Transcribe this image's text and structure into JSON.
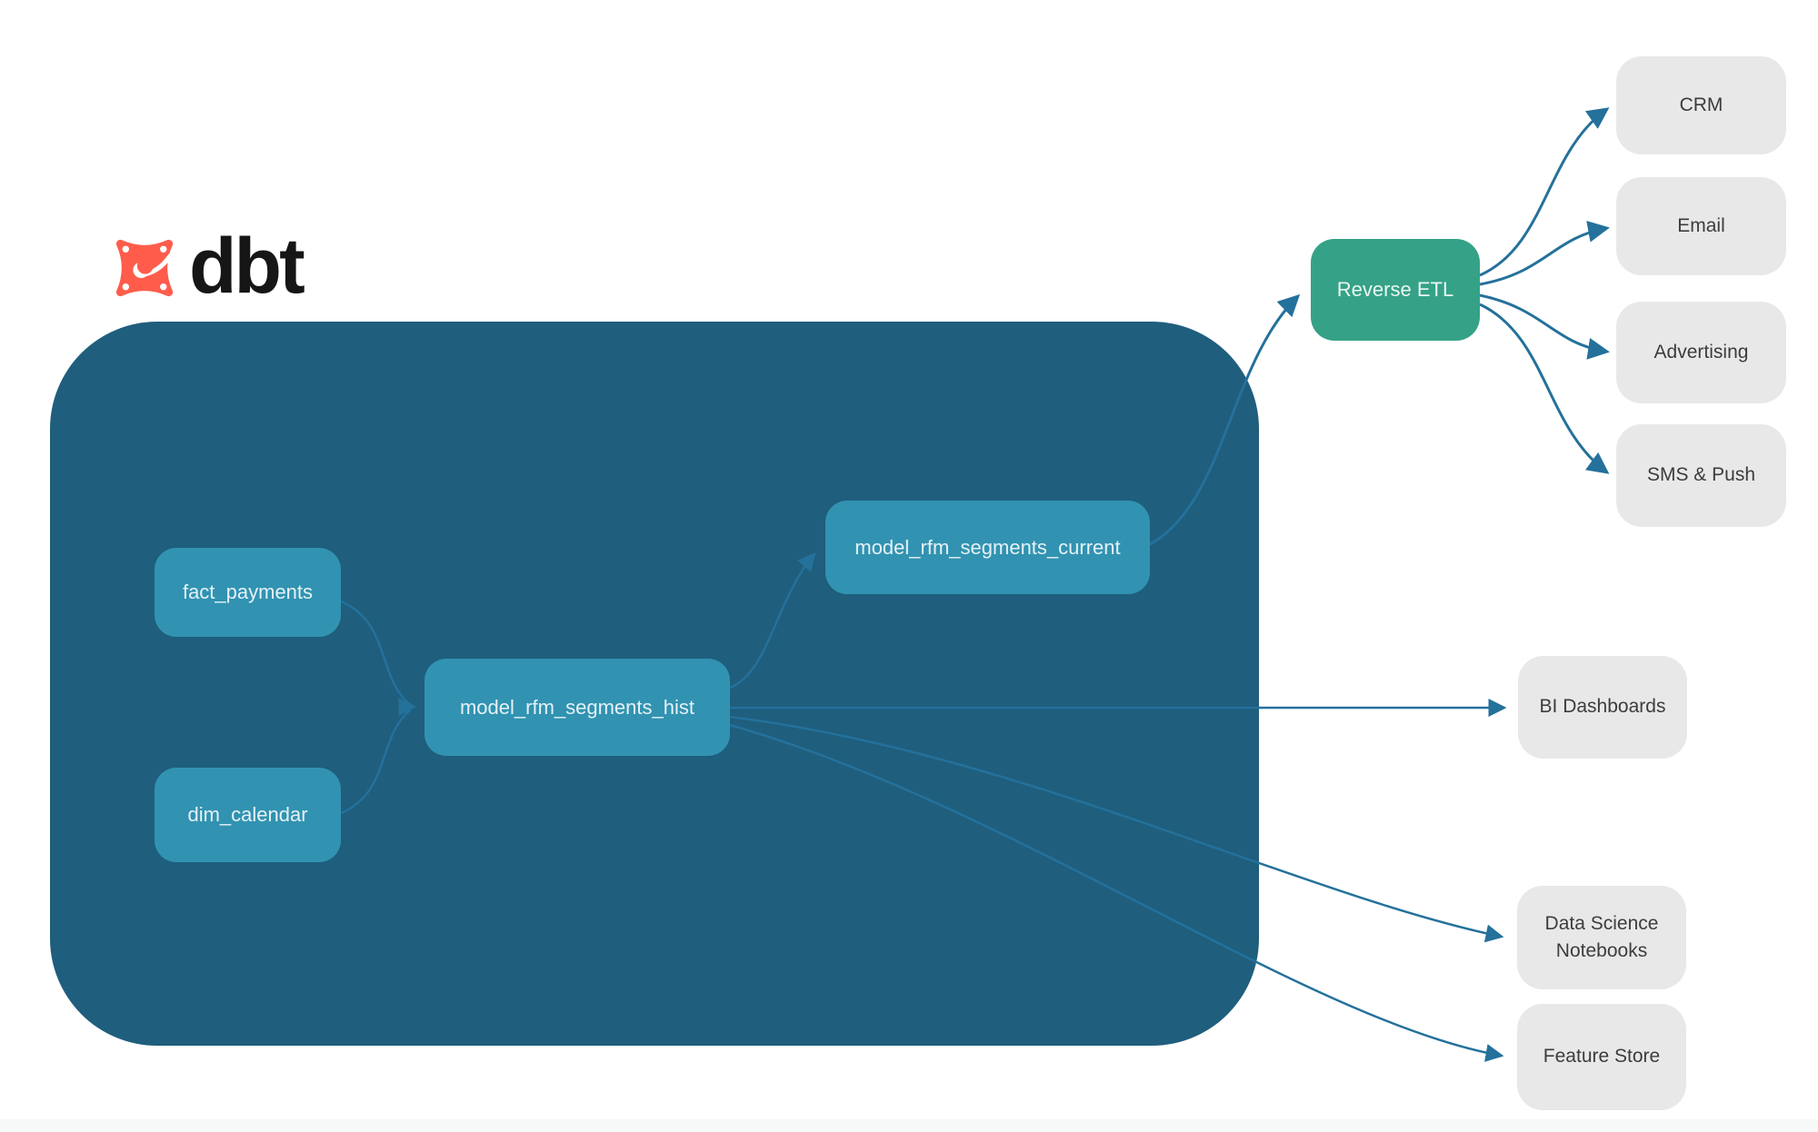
{
  "logo": {
    "brand": "dbt"
  },
  "colors": {
    "container_bg": "#1F5E7D",
    "model_node_bg": "#3193B1",
    "model_node_text": "#E6F1F6",
    "reverse_etl_bg": "#35A287",
    "reverse_etl_text": "#EAF7F2",
    "destination_bg": "#E8E8E8",
    "destination_text": "#3C3C3C",
    "edge_color": "#24719B",
    "logo_orange": "#FF5C4C",
    "logo_text": "#161616",
    "footer_strip": "#F7F8F8"
  },
  "nodes": {
    "fact_payments": {
      "label": "fact_payments"
    },
    "dim_calendar": {
      "label": "dim_calendar"
    },
    "model_rfm_segments_hist": {
      "label": "model_rfm_segments_hist"
    },
    "model_rfm_segments_current": {
      "label": "model_rfm_segments_current"
    },
    "reverse_etl": {
      "label": "Reverse ETL"
    },
    "crm": {
      "label": "CRM"
    },
    "email": {
      "label": "Email"
    },
    "advertising": {
      "label": "Advertising"
    },
    "sms_push": {
      "label": "SMS & Push"
    },
    "bi_dashboards": {
      "label": "BI Dashboards"
    },
    "data_science_notebooks": {
      "label": "Data Science Notebooks"
    },
    "feature_store": {
      "label": "Feature Store"
    }
  },
  "edges": [
    {
      "from": "fact_payments",
      "to": "model_rfm_segments_hist"
    },
    {
      "from": "dim_calendar",
      "to": "model_rfm_segments_hist"
    },
    {
      "from": "model_rfm_segments_hist",
      "to": "model_rfm_segments_current"
    },
    {
      "from": "model_rfm_segments_current",
      "to": "reverse_etl"
    },
    {
      "from": "reverse_etl",
      "to": "crm"
    },
    {
      "from": "reverse_etl",
      "to": "email"
    },
    {
      "from": "reverse_etl",
      "to": "advertising"
    },
    {
      "from": "reverse_etl",
      "to": "sms_push"
    },
    {
      "from": "model_rfm_segments_hist",
      "to": "bi_dashboards"
    },
    {
      "from": "model_rfm_segments_hist",
      "to": "data_science_notebooks"
    },
    {
      "from": "model_rfm_segments_hist",
      "to": "feature_store"
    }
  ]
}
